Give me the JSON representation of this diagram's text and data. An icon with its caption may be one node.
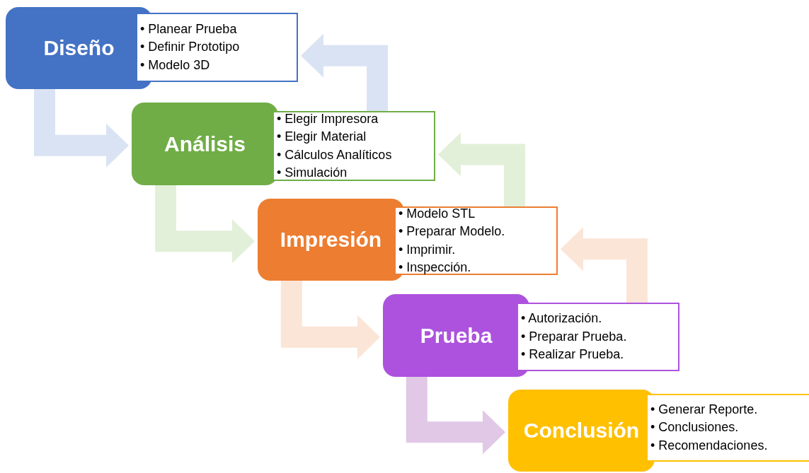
{
  "diagram": {
    "nodes": [
      {
        "text": [
          "Diseño"
        ]
      },
      {
        "text": [
          "• Planear Prueba",
          "• Definir Prototipo",
          "• Modelo 3D"
        ]
      },
      {
        "text": [
          "Análisis"
        ]
      },
      {
        "text": [
          "• Elegir Impresora",
          "• Elegir Material",
          "• Cálculos Analíticos",
          "• Simulación"
        ]
      },
      {
        "text": [
          "Impresión"
        ]
      },
      {
        "text": [
          "• Modelo STL",
          "• Preparar Modelo.",
          "• Imprimir.",
          "• Inspección."
        ]
      },
      {
        "text": [
          "Prueba"
        ]
      },
      {
        "text": [
          "• Autorización.",
          "• Preparar Prueba.",
          "• Realizar Prueba."
        ]
      },
      {
        "text": [
          "Conclusión"
        ]
      },
      {
        "text": [
          "• Generar Reporte.",
          "• Conclusiones.",
          "• Recomendaciones."
        ]
      }
    ],
    "edges": [
      {
        "from": 0,
        "to": 2,
        "arrow": "to",
        "color": "#dae3f3"
      },
      {
        "from": 2,
        "to": 4,
        "arrow": "to",
        "color": "#e2f0d9"
      },
      {
        "from": 4,
        "to": 6,
        "arrow": "to",
        "color": "#fbe5d6"
      },
      {
        "from": 6,
        "to": 8,
        "arrow": "to",
        "color": "#e1c8e6"
      },
      {
        "from": 3,
        "to": 1,
        "arrow": "to",
        "color": "#dae3f3"
      },
      {
        "from": 5,
        "to": 3,
        "arrow": "to",
        "color": "#e2f0d9"
      },
      {
        "from": 7,
        "to": 5,
        "arrow": "to",
        "color": "#fbe5d6"
      }
    ]
  }
}
